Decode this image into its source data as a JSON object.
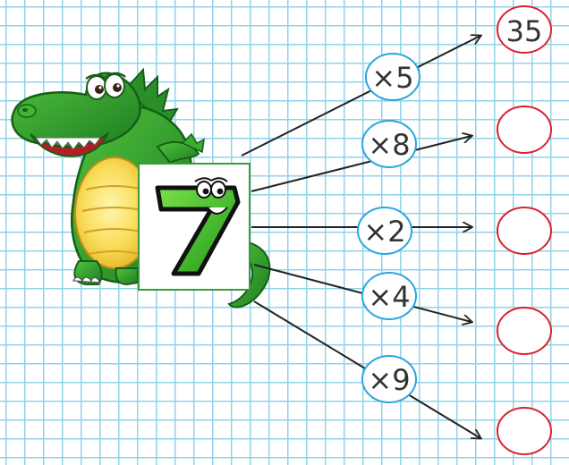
{
  "center_number": "7",
  "multipliers": [
    "×5",
    "×8",
    "×2",
    "×4",
    "×9"
  ],
  "answers": [
    "35",
    "",
    "",
    "",
    ""
  ],
  "colors": {
    "grid": "#8fd3ea",
    "multiplier_circle": "#2aa6df",
    "answer_circle": "#d9232e",
    "arrow": "#222222",
    "number_green": "#36b41a",
    "crocodile_green": "#2c9a2a",
    "belly": "#f6d54a"
  },
  "icons": [
    "crocodile-mascot-illustration",
    "smiling-number-seven-character"
  ]
}
